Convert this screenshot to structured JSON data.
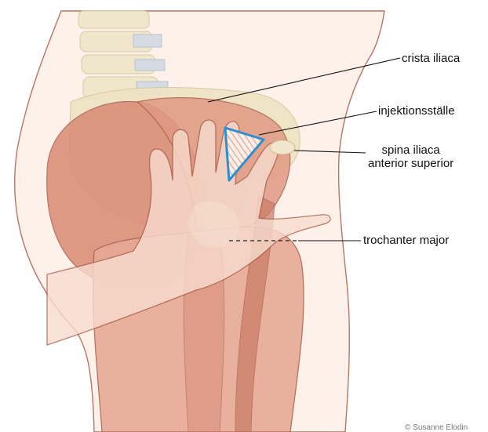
{
  "labels": {
    "crista_iliaca": "crista iliaca",
    "injektionsstalle": "injektionsställe",
    "spina_line1": "spina iliaca",
    "spina_line2": "anterior superior",
    "trochanter_major": "trochanter major"
  },
  "credit": "© Susanne Elodin",
  "colors": {
    "muscle": "#d98a74",
    "muscle_light": "#eab39f",
    "bone": "#efe3c4",
    "skin": "#f6d3c4",
    "outline": "#a8604c",
    "injection_outline": "#2d8fd0"
  }
}
